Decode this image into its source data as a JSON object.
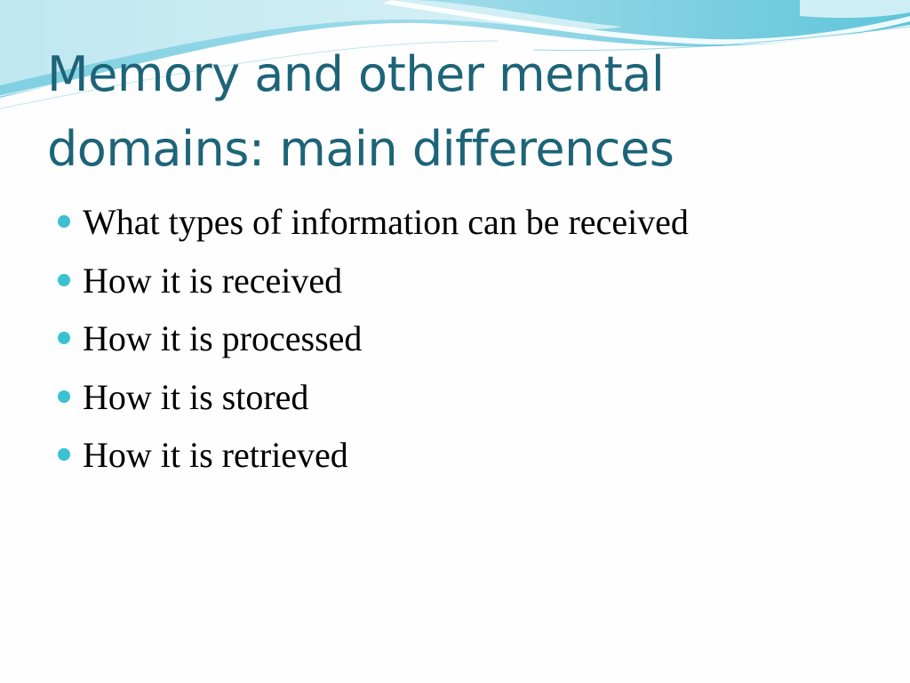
{
  "slide": {
    "title": "Memory and other mental domains: main differences",
    "bullets": [
      "What types of information can be received",
      "How it is received",
      "How it is processed",
      "How it is stored",
      "How it is retrieved"
    ]
  },
  "colors": {
    "title": "#1d6478",
    "bullet": "#3ac2d3",
    "wave_dark": "#5fc5da",
    "wave_light": "#bfe7f1"
  }
}
